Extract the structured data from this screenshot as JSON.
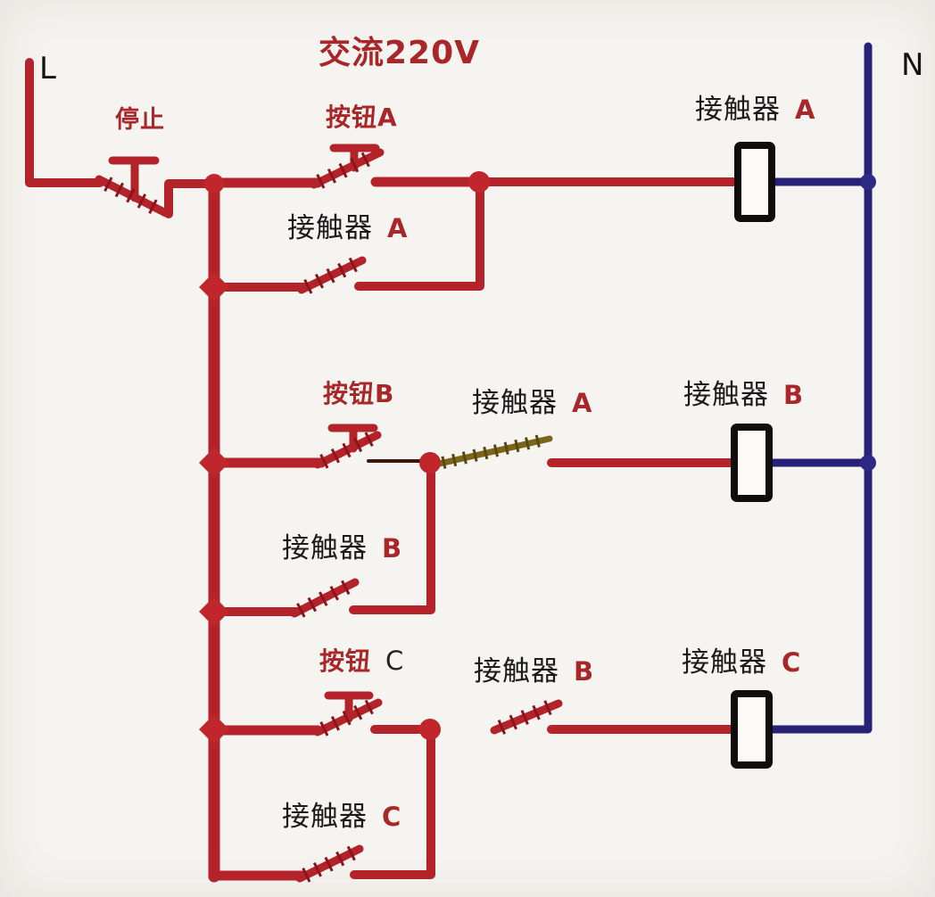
{
  "title": "交流220V",
  "rails": {
    "live": "L",
    "neutral": "N"
  },
  "stop_button": {
    "label": "停止"
  },
  "branch_a": {
    "button_label": "按钮A",
    "latch_contact": {
      "name": "接触器",
      "id": "A"
    },
    "coil": {
      "name": "接触器",
      "id": "A"
    }
  },
  "branch_b": {
    "button_label": "按钮B",
    "series_contact": {
      "name": "接触器",
      "id": "A"
    },
    "latch_contact": {
      "name": "接触器",
      "id": "B"
    },
    "coil": {
      "name": "接触器",
      "id": "B"
    }
  },
  "branch_c": {
    "button_label": {
      "name": "按钮",
      "id": "C"
    },
    "series_contact": {
      "name": "接触器",
      "id": "B"
    },
    "latch_contact": {
      "name": "接触器",
      "id": "C"
    },
    "coil": {
      "name": "接触器",
      "id": "C"
    }
  },
  "colors": {
    "wire_red": "#b4232a",
    "hatch_red": "#8c151c",
    "dot_red": "#c0262c",
    "wire_neutral": "#272277",
    "neutral_dot": "#2d2a86",
    "coil_outline": "#0f0e0c",
    "coil_fill": "#fbfaf7",
    "aux_contact_olive": "#7b651c",
    "aux_contact_olive_dark": "#56480f",
    "thin_wire": "#3f170e",
    "label_black": "#1b1b1b",
    "label_red": "#a92629",
    "background": "#f6f4f0"
  }
}
